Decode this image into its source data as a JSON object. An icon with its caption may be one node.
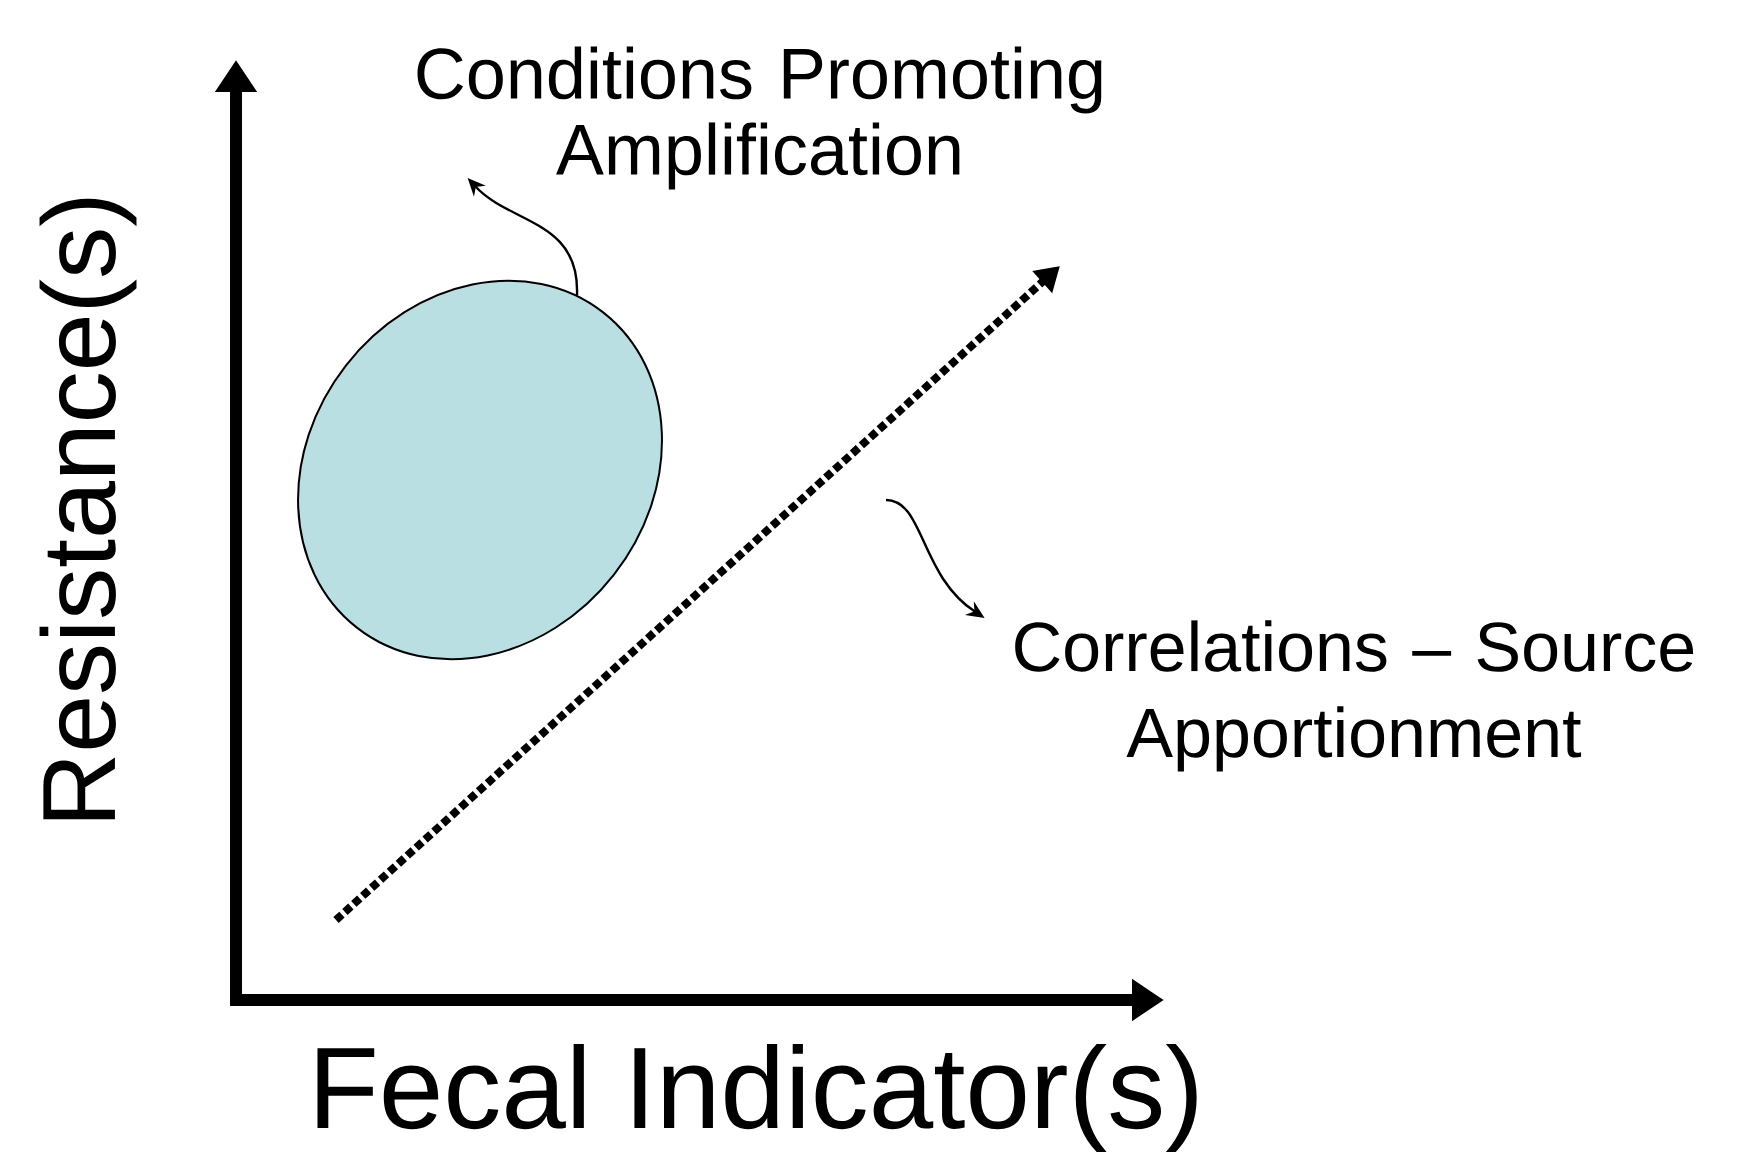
{
  "diagram": {
    "nodes": [
      {
        "text": [],
        "shape": "ellipse"
      },
      {
        "text": [
          "Conditions Promoting Amplification"
        ]
      },
      {
        "text": [
          "Correlations – Source Apportionment"
        ]
      }
    ],
    "edges": [
      {
        "from": 0,
        "to": 1,
        "arrow": "to"
      },
      {
        "from": null,
        "to": 2,
        "arrow": "to"
      }
    ],
    "labels": [
      "Resistance(s)",
      "Fecal Indicator(s)"
    ]
  }
}
